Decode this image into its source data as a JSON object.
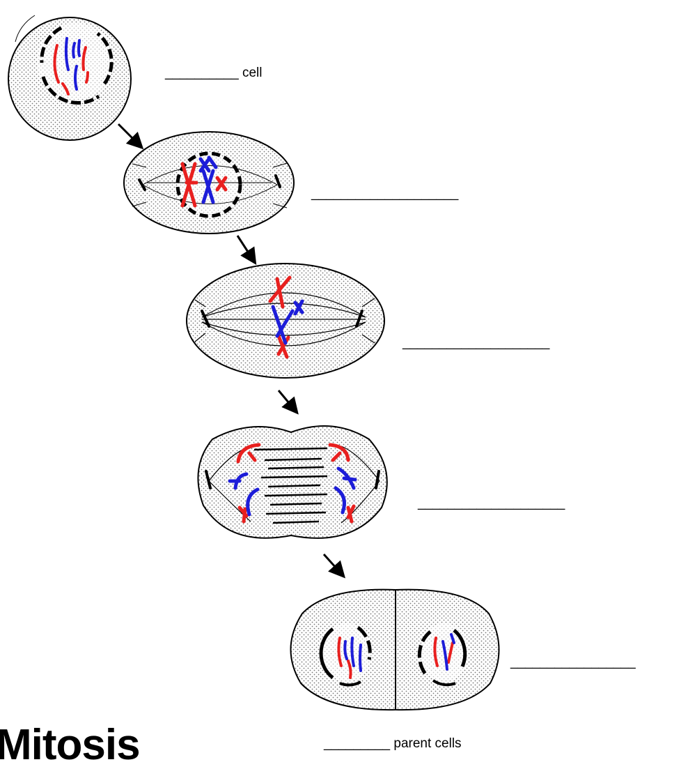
{
  "title": "Mitosis",
  "labels": {
    "stage1": "__________ cell",
    "stage2": "____________________",
    "stage3": "____________________",
    "stage4": "____________________",
    "stage5": "_________________",
    "daughter": "_________ parent cells"
  },
  "colors": {
    "chromosome_a": "#e8201f",
    "chromosome_b": "#1d1dd8",
    "outline": "#000000",
    "cytoplasm": "#f4f4f4"
  }
}
